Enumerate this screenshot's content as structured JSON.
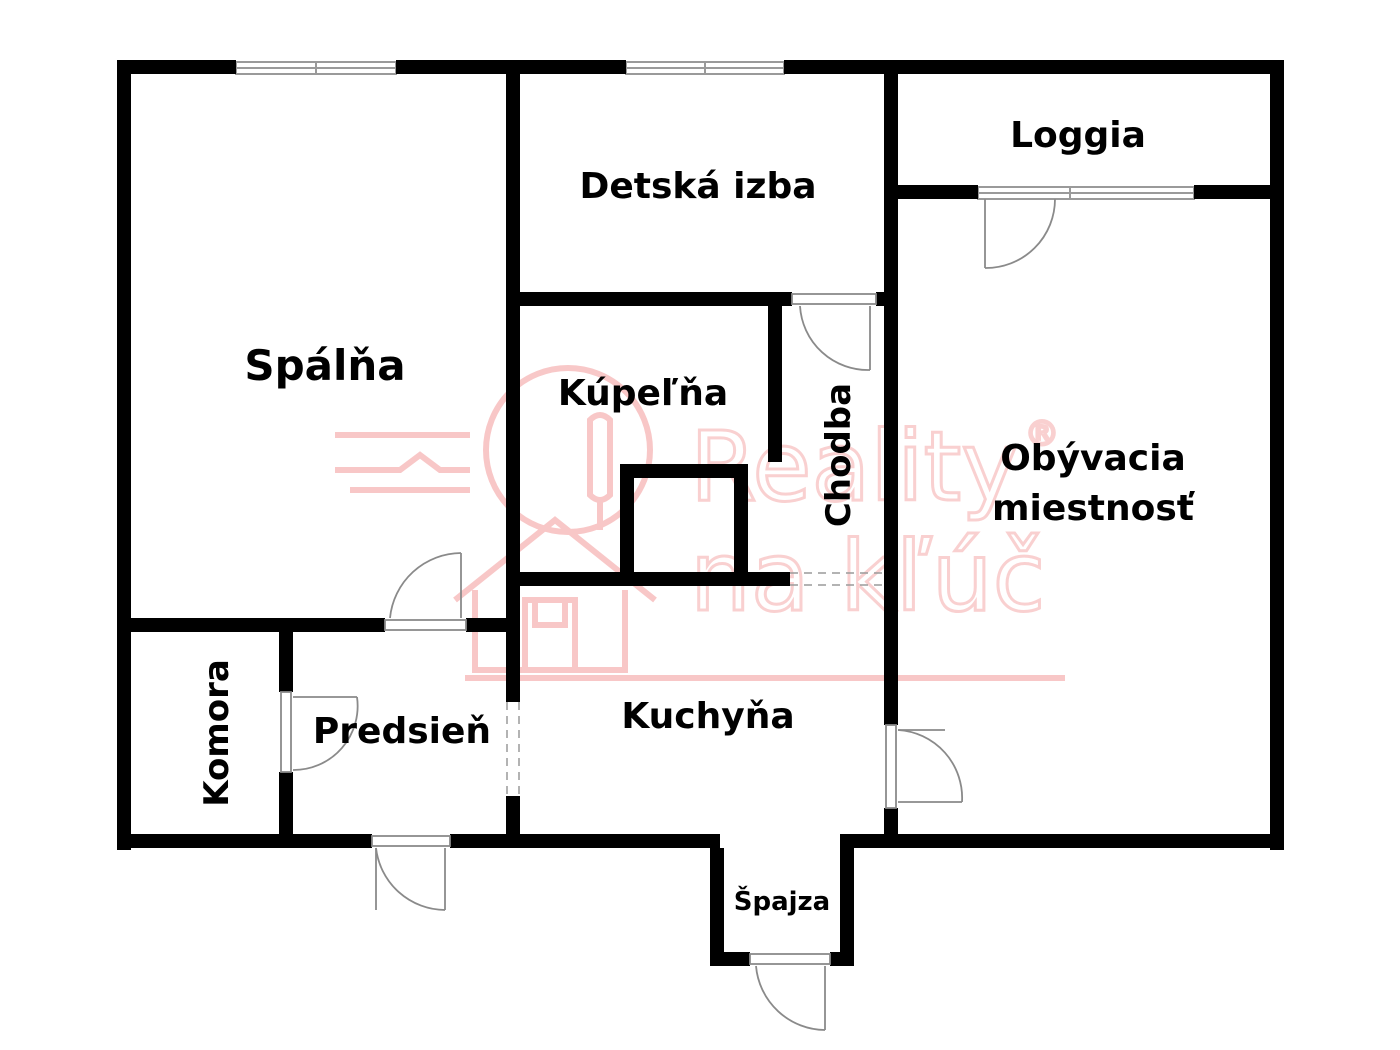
{
  "rooms": {
    "spalna": "Spálňa",
    "detska_izba": "Detská izba",
    "loggia": "Loggia",
    "kupelna": "Kúpeľňa",
    "chodba": "Chodba",
    "obyvacia_line1": "Obývacia",
    "obyvacia_line2": "miestnosť",
    "komora": "Komora",
    "predsien": "Predsieň",
    "kuchyna": "Kuchyňa",
    "spajza": "Špajza"
  },
  "watermark": {
    "line1": "Reality",
    "line2": "na kľúč",
    "registered": "®"
  },
  "colors": {
    "wall": "#000000",
    "window": "#9a9a9a",
    "door": "#9a9a9a",
    "watermark": "#f6b5b5"
  }
}
